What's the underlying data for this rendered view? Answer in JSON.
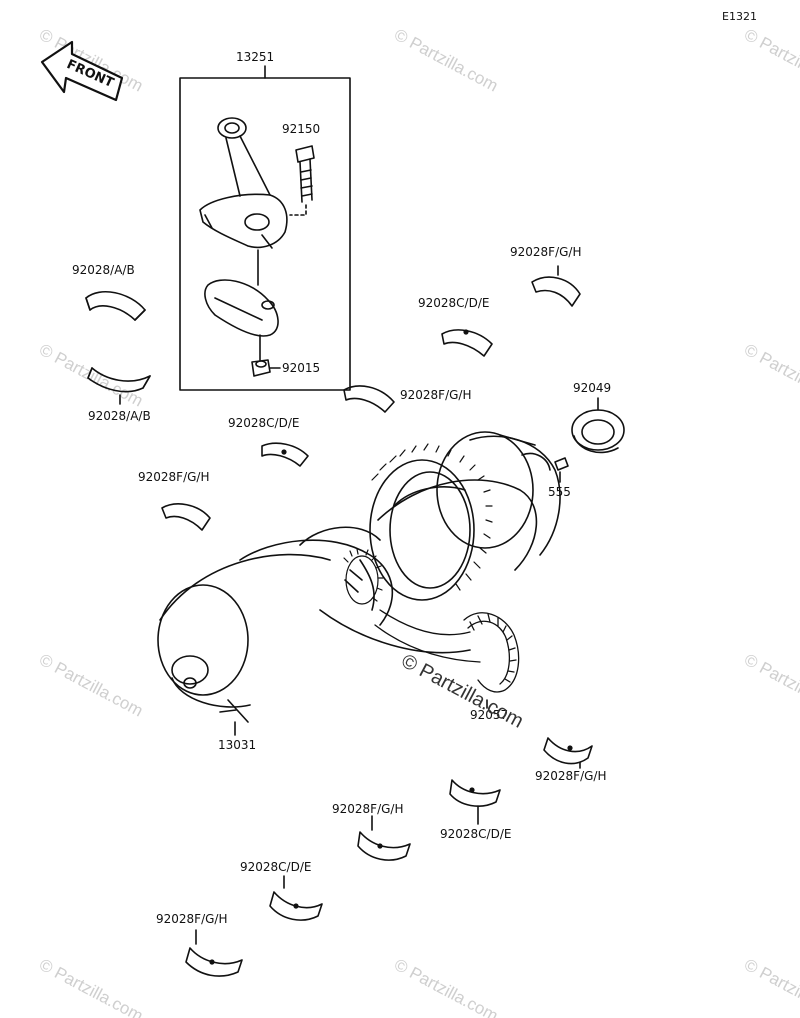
{
  "diagram_code": "E1321",
  "front_label": "FRONT",
  "watermark": "© Partzilla.com",
  "parts": {
    "con_rod_assy": "13251",
    "rod_bolt": "92150",
    "rod_nut": "92015",
    "bearing_ab_1": "92028/A/B",
    "bearing_ab_2": "92028/A/B",
    "bearing_cde_1": "92028C/D/E",
    "bearing_cde_2": "92028C/D/E",
    "bearing_cde_3": "92028C/D/E",
    "bearing_cde_4": "92028C/D/E",
    "bearing_fgh_1": "92028F/G/H",
    "bearing_fgh_2": "92028F/G/H",
    "bearing_fgh_3": "92028F/G/H",
    "bearing_fgh_4": "92028F/G/H",
    "bearing_fgh_5": "92028F/G/H",
    "bearing_fgh_6": "92028F/G/H",
    "oil_seal": "92049",
    "pin": "555",
    "crankshaft": "13031",
    "chain": "92057"
  },
  "colors": {
    "line": "#111111",
    "watermark": "#cfcfcf"
  }
}
